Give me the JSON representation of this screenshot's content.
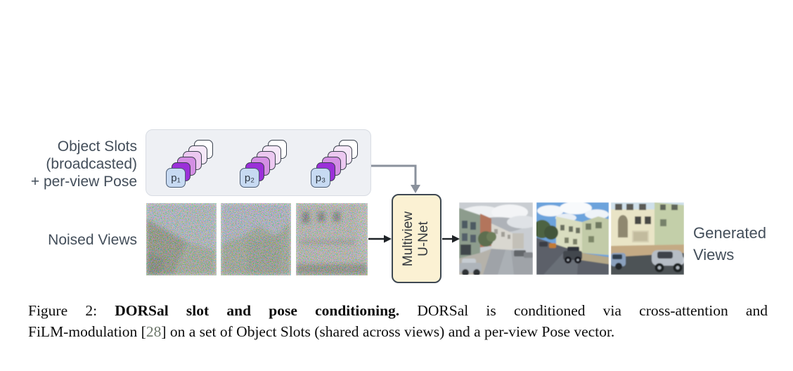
{
  "figure": {
    "labels": {
      "object_slots_line1": "Object Slots",
      "object_slots_line2": "(broadcasted)",
      "object_slots_line3": "+ per-view Pose",
      "noised_views": "Noised Views",
      "generated_line1": "Generated",
      "generated_line2": "Views"
    },
    "slot_panel": {
      "card_colors_back_to_front": [
        "#ffffff",
        "#f6e8f8",
        "#ecc8f0",
        "#d48fe4",
        "#9b30d9"
      ],
      "stacks": [
        {
          "pose_label": "p₁"
        },
        {
          "pose_label": "p₂"
        },
        {
          "pose_label": "p₃"
        }
      ]
    },
    "unet": {
      "line1": "Multiview",
      "line2": "U-Net"
    }
  },
  "caption": {
    "line1": {
      "prefix": "Figure 2: ",
      "bold": "DORSal slot and pose conditioning.",
      "rest": "  DORSal is conditioned via cross-attention and"
    },
    "line2": {
      "before": "FiLM-modulation [",
      "cite": "28",
      "after": "] on a set of Object Slots (shared across views) and a per-view Pose vector."
    }
  },
  "colors": {
    "slot-panel-bg": "#eef0f4",
    "slot-panel-border": "#d8dce3",
    "card-border": "#3a414d",
    "pose-card-bg": "#c7daf2",
    "pose-card-border": "#4c5d75",
    "unet-bg": "#fbf1d3",
    "unet-border": "#3e4852",
    "arrow-gray": "#8a919c",
    "arrow-black": "#1f2327",
    "label-color": "#434e5a",
    "cite-color": "#6b7568"
  }
}
